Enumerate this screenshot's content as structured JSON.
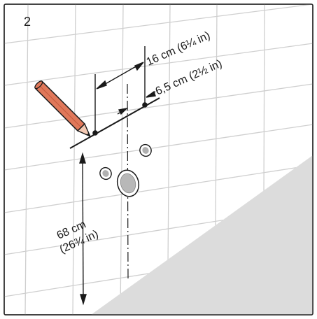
{
  "step_number": "2",
  "dimensions": {
    "width_label": "16 cm (6¼ in)",
    "offset_label": "6,5 cm (2½ in)",
    "height_label_line1": "68 cm",
    "height_label_line2": "(26¾ in)"
  },
  "colors": {
    "pencil": "#e0785a",
    "wall_lines": "#cfcfcf",
    "floor": "#dcdcdc",
    "ink": "#1a1a1a"
  },
  "icons": [
    "pencil-icon",
    "flush-button-icon",
    "mounting-hole-icon"
  ]
}
